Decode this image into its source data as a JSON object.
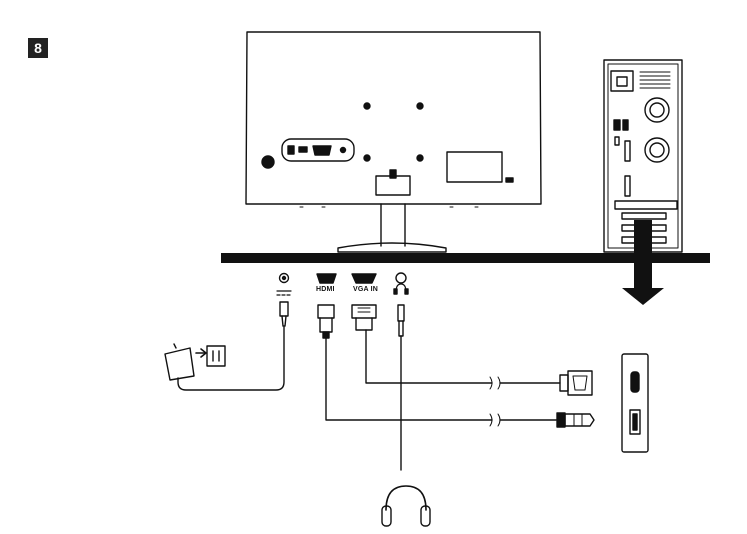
{
  "step": {
    "number": "8"
  },
  "ports": {
    "hdmi_label": "HDMI",
    "vga_label": "VGA IN"
  },
  "colors": {
    "ink": "#111111",
    "shelf": "#111111",
    "badge": "#222222"
  }
}
